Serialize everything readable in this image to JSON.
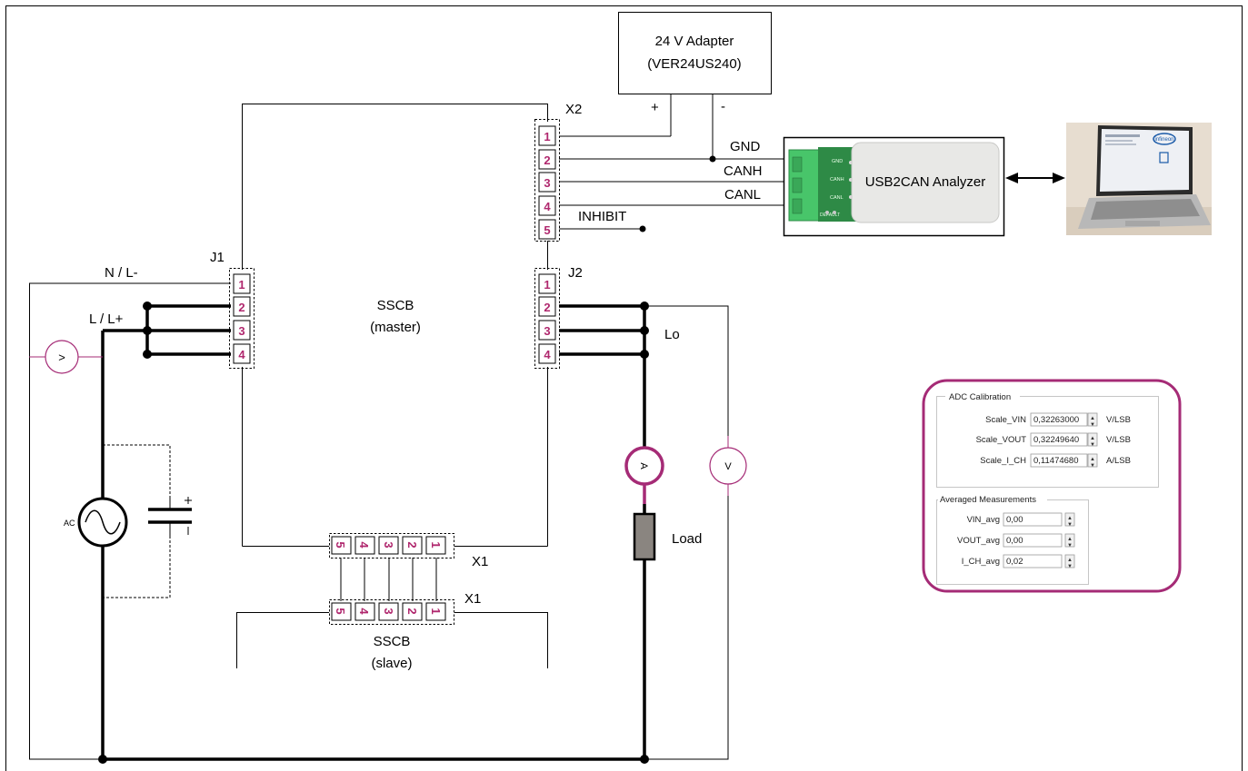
{
  "adapter": {
    "title": "24 V Adapter",
    "model": "(VER24US240)",
    "plus": "+",
    "minus": "-"
  },
  "connectors": {
    "x2": "X2",
    "j1": "J1",
    "j2": "J2",
    "x1_master": "X1",
    "x1_slave": "X1",
    "x2_pins": [
      "1",
      "2",
      "3",
      "4",
      "5"
    ],
    "j1_pins": [
      "1",
      "2",
      "3",
      "4"
    ],
    "j2_pins": [
      "1",
      "2",
      "3",
      "4"
    ],
    "x1_pins": [
      "5",
      "4",
      "3",
      "2",
      "1"
    ]
  },
  "signals": {
    "gnd": "GND",
    "canh": "CANH",
    "canl": "CANL",
    "inhibit": "INHIBIT"
  },
  "analyzer": {
    "label": "USB2CAN Analyzer",
    "pcb_marks": [
      "GND",
      "CANH",
      "CANL",
      "DEFAULT"
    ]
  },
  "boards": {
    "master_name": "SSCB",
    "master_role": "(master)",
    "slave_name": "SSCB",
    "slave_role": "(slave)"
  },
  "power": {
    "neutral": "N / L-",
    "line": "L / L+",
    "ac_label": "AC",
    "load_out": "Lo",
    "load": "Load"
  },
  "meters": {
    "ammeter": "A",
    "voltmeter_right": "V",
    "voltmeter_left": ">"
  },
  "gui": {
    "group_calibration": "ADC Calibration",
    "calibration": [
      {
        "label": "Scale_VIN",
        "value": "0,32263000",
        "unit": "V/LSB"
      },
      {
        "label": "Scale_VOUT",
        "value": "0,32249640",
        "unit": "V/LSB"
      },
      {
        "label": "Scale_I_CH",
        "value": "0,11474680",
        "unit": "A/LSB"
      }
    ],
    "group_measurements": "Averaged Measurements",
    "measurements": [
      {
        "label": "VIN_avg",
        "value": "0,00"
      },
      {
        "label": "VOUT_avg",
        "value": "0,00"
      },
      {
        "label": "I_CH_avg",
        "value": "0,02"
      }
    ]
  },
  "laptop": {
    "brand": "infineon"
  },
  "colors": {
    "pin_number": "#b0286e",
    "accent_border": "#a52b76",
    "analyzer_pcb": "#2e8a46",
    "terminal_block": "#48c56a",
    "load_body": "#8a8580"
  }
}
